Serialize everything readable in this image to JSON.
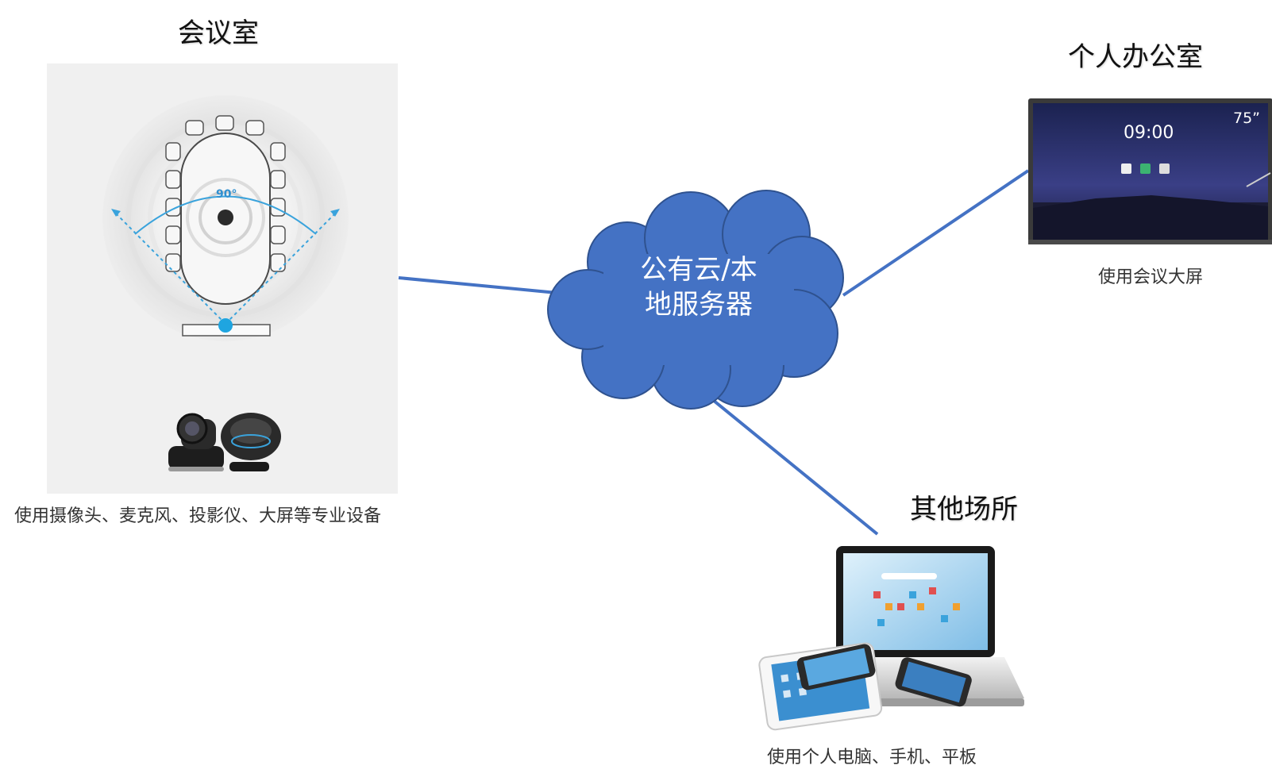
{
  "diagram": {
    "cloud": {
      "label": "公有云/本地服务器",
      "fill": "#4472c4",
      "stroke": "#2f528f"
    },
    "connector_color": "#4472c4",
    "meeting_room": {
      "title": "会议室",
      "caption": "使用摄像头、麦克风、投影仪、大屏等专业设备",
      "angle_label": "90°"
    },
    "personal_office": {
      "title": "个人办公室",
      "caption": "使用会议大屏",
      "screen_time": "09:00",
      "screen_size": "75”"
    },
    "other_places": {
      "title": "其他场所",
      "caption": "使用个人电脑、手机、平板"
    }
  }
}
